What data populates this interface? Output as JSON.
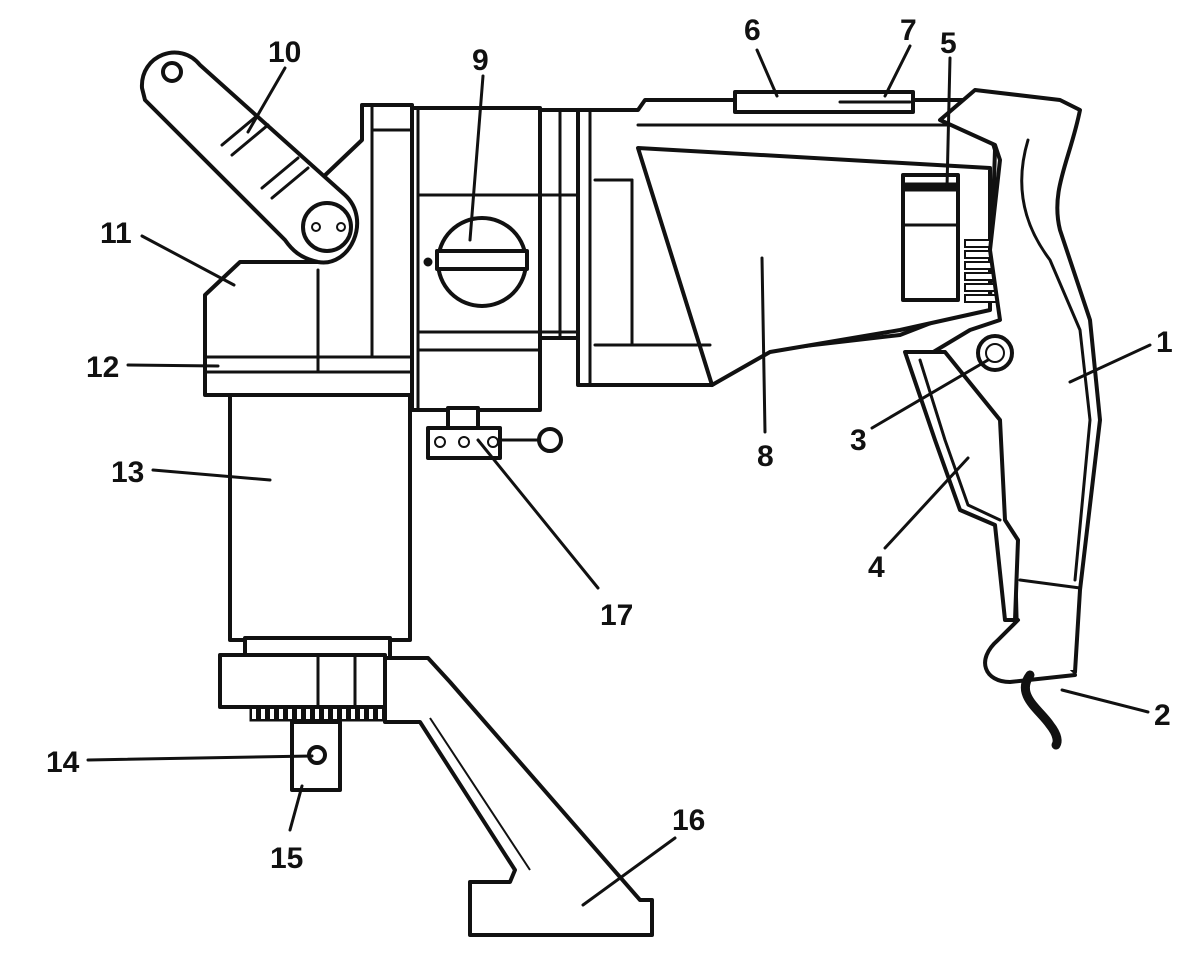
{
  "callouts": [
    {
      "id": "1",
      "text": "1"
    },
    {
      "id": "2",
      "text": "2"
    },
    {
      "id": "3",
      "text": "3"
    },
    {
      "id": "4",
      "text": "4"
    },
    {
      "id": "5",
      "text": "5"
    },
    {
      "id": "6",
      "text": "6"
    },
    {
      "id": "7",
      "text": "7"
    },
    {
      "id": "8",
      "text": "8"
    },
    {
      "id": "9",
      "text": "9"
    },
    {
      "id": "10",
      "text": "10"
    },
    {
      "id": "11",
      "text": "11"
    },
    {
      "id": "12",
      "text": "12"
    },
    {
      "id": "13",
      "text": "13"
    },
    {
      "id": "14",
      "text": "14"
    },
    {
      "id": "15",
      "text": "15"
    },
    {
      "id": "16",
      "text": "16"
    },
    {
      "id": "17",
      "text": "17"
    }
  ],
  "style": {
    "line_color": "#111111",
    "background": "#ffffff"
  }
}
